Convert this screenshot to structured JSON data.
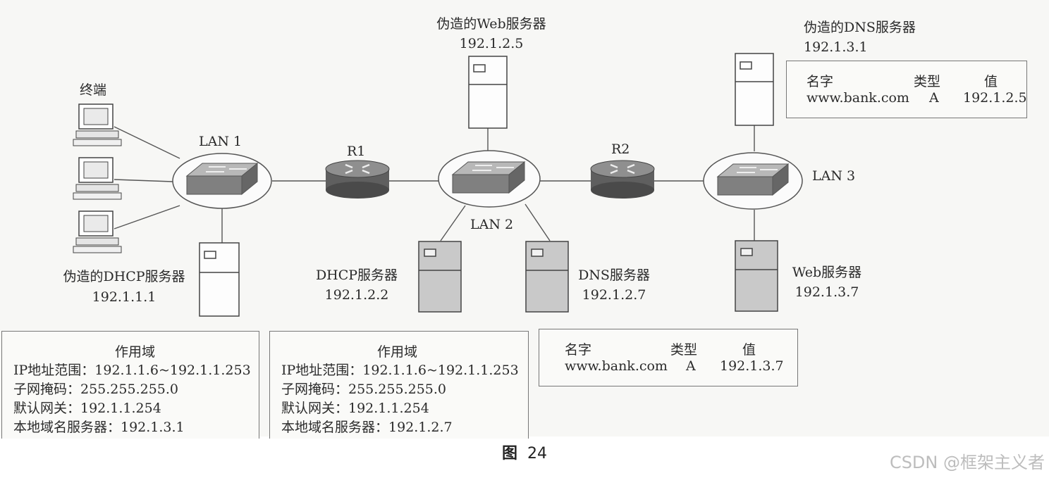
{
  "nodes": {
    "terminals_label": "终端",
    "lan1": "LAN 1",
    "lan2": "LAN 2",
    "lan3": "LAN 3",
    "r1": "R1",
    "r2": "R2",
    "fake_web": {
      "name": "伪造的Web服务器",
      "ip": "192.1.2.5"
    },
    "fake_dns": {
      "name": "伪造的DNS服务器",
      "ip": "192.1.3.1"
    },
    "fake_dhcp": {
      "name": "伪造的DHCP服务器",
      "ip": "192.1.1.1"
    },
    "dhcp": {
      "name": "DHCP服务器",
      "ip": "192.1.2.2"
    },
    "dns": {
      "name": "DNS服务器",
      "ip": "192.1.2.7"
    },
    "web": {
      "name": "Web服务器",
      "ip": "192.1.3.7"
    }
  },
  "fake_dns_table": {
    "headers": [
      "名字",
      "类型",
      "值"
    ],
    "row": [
      "www.bank.com",
      "A",
      "192.1.2.5"
    ]
  },
  "dns_table": {
    "headers": [
      "名字",
      "类型",
      "值"
    ],
    "row": [
      "www.bank.com",
      "A",
      "192.1.3.7"
    ]
  },
  "fake_dhcp_scope": {
    "title": "作用域",
    "lines": [
      "IP地址范围：192.1.1.6~192.1.1.253",
      "子网掩码：255.255.255.0",
      "默认网关：192.1.1.254",
      "本地域名服务器：192.1.3.1"
    ]
  },
  "dhcp_scope": {
    "title": "作用域",
    "lines": [
      "IP地址范围：192.1.1.6~192.1.1.253",
      "子网掩码：255.255.255.0",
      "默认网关：192.1.1.254",
      "本地域名服务器：192.1.2.7"
    ]
  },
  "caption": {
    "prefix": "图",
    "number": "24"
  },
  "watermark": "CSDN @框架主义者",
  "colors": {
    "switch": "#8a8a8a",
    "router": "#6f6f6f",
    "server_dark": "#c9c9c9",
    "line": "#555555"
  }
}
